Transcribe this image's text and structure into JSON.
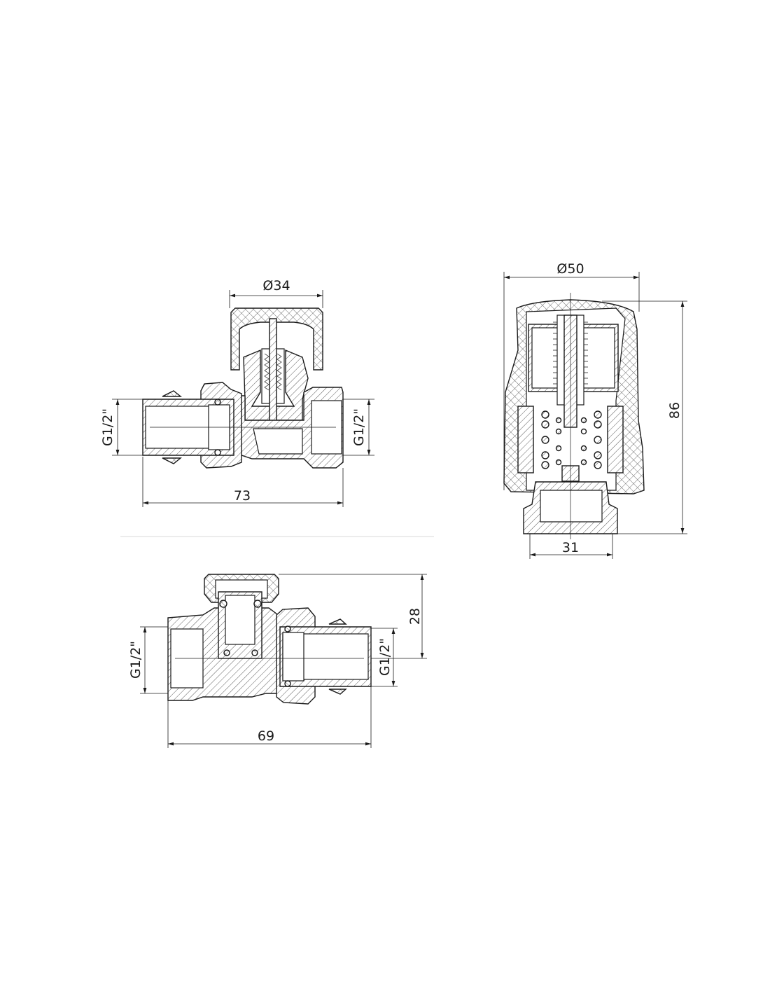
{
  "views": {
    "valve_top": {
      "diameter_label": "Ø34",
      "left_thread_label": "G1/2\"",
      "right_thread_label": "G1/2\"",
      "length_label": "73"
    },
    "thermostatic_head": {
      "diameter_label": "Ø50",
      "height_label": "86",
      "connection_label": "31"
    },
    "valve_bottom": {
      "height_label": "28",
      "left_thread_label": "G1/2\"",
      "right_thread_label": "G1/2\"",
      "length_label": "69"
    }
  },
  "colors": {
    "line": "#1a1a1a",
    "background": "#ffffff",
    "separator": "#d8d8d8"
  }
}
